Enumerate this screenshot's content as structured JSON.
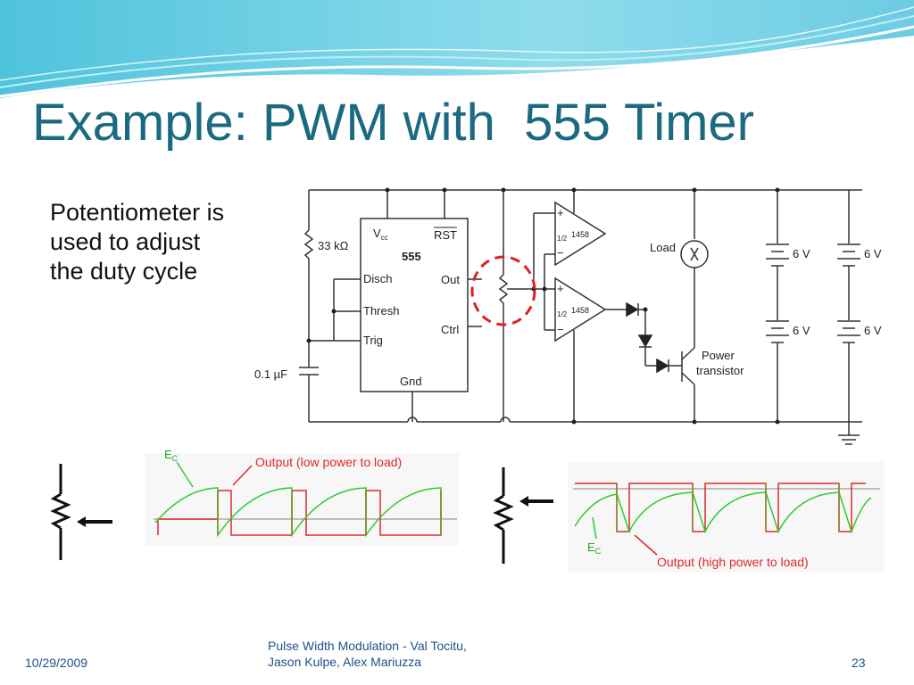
{
  "slide": {
    "title": "Example: PWM with  555 Timer",
    "body_lines": [
      "Potentiometer is",
      "used to adjust",
      "the duty cycle"
    ]
  },
  "circuit": {
    "resistor_label": "33 kΩ",
    "capacitor_label": "0.1 µF",
    "ic": {
      "vcc": "V",
      "vcc_sub": "cc",
      "rst": "RST",
      "name": "555",
      "disch": "Disch",
      "thresh": "Thresh",
      "trig": "Trig",
      "gnd": "Gnd",
      "out": "Out",
      "ctrl": "Ctrl"
    },
    "opamp_half": "1/2",
    "opamp_label": "1458",
    "load_label": "Load",
    "power_label_1": "Power",
    "power_label_2": "transistor",
    "battery_label": "6 V",
    "plus_sign": "+",
    "minus_sign": "−"
  },
  "waveforms": {
    "ec_letter": "E",
    "ec_sub": "C",
    "low_label": "Output (low power to load)",
    "high_label": "Output (high power to load)"
  },
  "colors": {
    "title": "#1b6a80",
    "highlight_circle": "#e02020",
    "output_wave": "#e02828",
    "cap_wave": "#2ecc2e"
  },
  "footer": {
    "date": "10/29/2009",
    "line1": "Pulse Width Modulation - Val Tocitu,",
    "line2": "Jason Kulpe, Alex Mariuzza",
    "page": "23"
  }
}
